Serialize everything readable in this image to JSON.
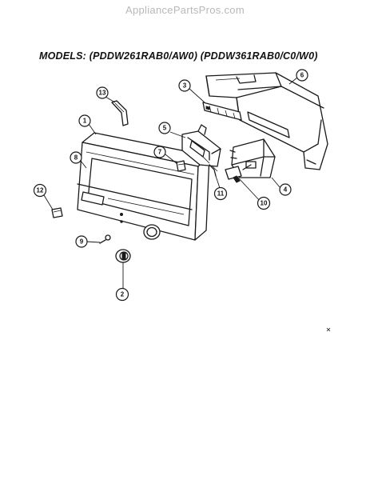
{
  "watermark": "AppliancePartsPros.com",
  "title": "MODELS: (PDDW261RAB0/AW0) (PDDW361RAB0/C0/W0)",
  "callouts": {
    "c1": "1",
    "c2": "2",
    "c3": "3",
    "c4": "4",
    "c5": "5",
    "c6": "6",
    "c7": "7",
    "c8": "8",
    "c9": "9",
    "c10": "10",
    "c11": "11",
    "c12": "12",
    "c13": "13"
  }
}
